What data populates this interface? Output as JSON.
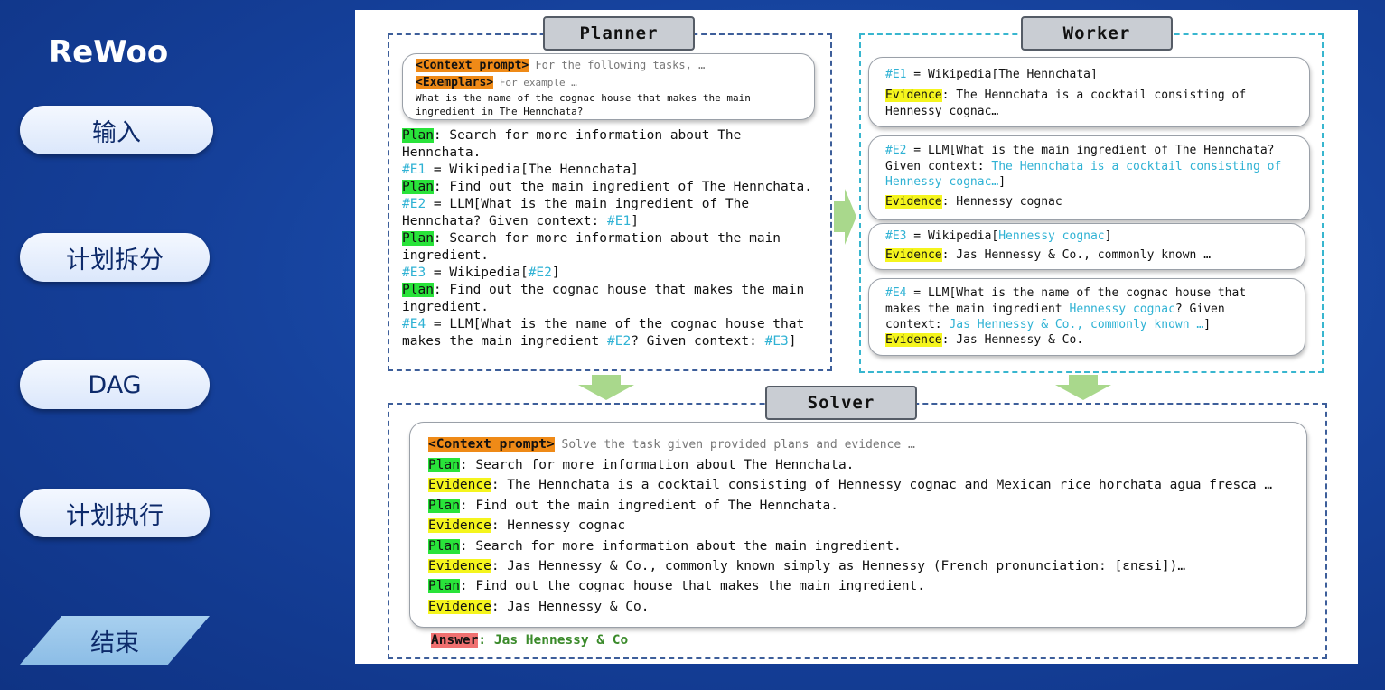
{
  "app": {
    "title": "ReWoo"
  },
  "nav": {
    "input": "输入",
    "plan_split": "计划拆分",
    "dag": "DAG",
    "plan_exec": "计划执行",
    "end": "结束"
  },
  "planner": {
    "header": "Planner",
    "context_tag": "<Context prompt>",
    "context_text": " For the following tasks, …",
    "exemplar_tag": "<Exemplars>",
    "exemplar_text": " For example …",
    "question_1": "What is the name of the cognac house that makes the main",
    "question_2": "ingredient in The Hennchata?",
    "plan_tag": "Plan",
    "plan1_a": ": Search for more information about The",
    "plan1_b": "Hennchata.",
    "e1_id": "#E1",
    "e1_call": " = Wikipedia[The Hennchata]",
    "plan2": ": Find out the main ingredient of The Hennchata.",
    "e2_id": "#E2",
    "e2_call_a": " = LLM[What is the main ingredient of The",
    "e2_call_b": "Hennchata? Given context: ",
    "e2_ref": "#E1",
    "e2_close": "]",
    "plan3_a": ": Search for more information about the main",
    "plan3_b": "ingredient.",
    "e3_id": "#E3",
    "e3_call": " = Wikipedia[",
    "e3_ref": "#E2",
    "e3_close": "]",
    "plan4_a": ": Find out the cognac house that makes the main",
    "plan4_b": "ingredient.",
    "e4_id": "#E4",
    "e4_call_a": " = LLM[What is the name of the cognac house that",
    "e4_call_b": "makes the main ingredient ",
    "e4_ref1": "#E2",
    "e4_mid": "? Given context: ",
    "e4_ref2": "#E3",
    "e4_close": "]"
  },
  "worker": {
    "header": "Worker",
    "evidence_tag": "Evidence",
    "c1_id": "#E1",
    "c1_call": " = Wikipedia[The Hennchata]",
    "c1_ev_a": ": The Hennchata is a cocktail consisting of",
    "c1_ev_b": "Hennessy cognac…",
    "c2_id": "#E2",
    "c2_call_a": " = LLM[What is the main ingredient of The Hennchata?",
    "c2_call_b": "Given context: ",
    "c2_ctx_a": "The Hennchata is a cocktail consisting of",
    "c2_ctx_b": "Hennessy cognac…",
    "c2_close": "]",
    "c2_ev": ": Hennessy cognac",
    "c3_id": "#E3",
    "c3_call": " = Wikipedia[",
    "c3_ctx": "Hennessy cognac",
    "c3_close": "]",
    "c3_ev": ": Jas Hennessy & Co., commonly known …",
    "c4_id": "#E4",
    "c4_call_a": " = LLM[What is the name of the cognac house that",
    "c4_call_b": "makes the main ingredient ",
    "c4_ctx1": "Hennessy cognac",
    "c4_mid": "? Given",
    "c4_call_c": "context: ",
    "c4_ctx2": "Jas Hennessy & Co., commonly known …",
    "c4_close": "]",
    "c4_ev": ": Jas Hennessy & Co."
  },
  "solver": {
    "header": "Solver",
    "context_tag": "<Context prompt>",
    "context_text": " Solve the task given provided plans and evidence …",
    "plan_tag": "Plan",
    "evidence_tag": "Evidence",
    "p1": ": Search for more information about The Hennchata.",
    "ev1": ": The Hennchata is a cocktail consisting of Hennessy cognac and Mexican rice horchata agua fresca …",
    "p2": ": Find out the main ingredient of The Hennchata.",
    "ev2": ": Hennessy cognac",
    "p3": ": Search for more information about the main ingredient.",
    "ev3": ": Jas Hennessy & Co., commonly known simply as Hennessy (French pronunciation: [ɛnɛsi])…",
    "p4": ": Find out the cognac house that makes the main ingredient.",
    "ev4": ": Jas Hennessy & Co.",
    "answer_tag": "Answer",
    "answer_sep": ": ",
    "answer": "Jas Hennessy & Co"
  },
  "colors": {
    "plan_highlight": "#29e33a",
    "evidence_highlight": "#f5f51d",
    "context_highlight": "#ef8a17",
    "answer_highlight": "#f07070",
    "reference_text": "#2fb2d4",
    "arrow": "#a9d88c"
  }
}
